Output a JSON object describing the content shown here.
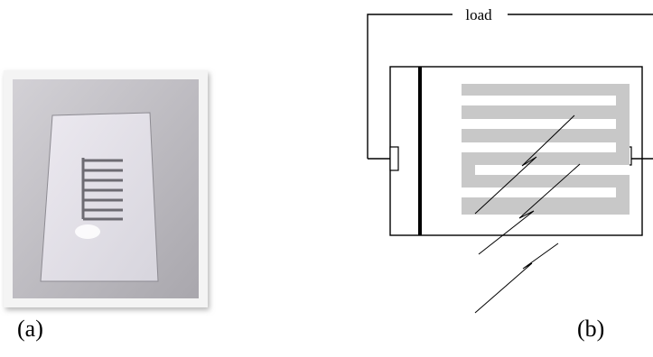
{
  "figure": {
    "panel_a": {
      "caption": "(a)"
    },
    "panel_b": {
      "caption": "(b)",
      "load_label": "load"
    }
  },
  "colors": {
    "background": "#ffffff",
    "line": "#000000",
    "electrode_fill": "#c8c8c8",
    "photo_frame": "#f2f2f2",
    "photo_bg": "#b9b7bd",
    "glass_plate": "#e2e0e7"
  }
}
